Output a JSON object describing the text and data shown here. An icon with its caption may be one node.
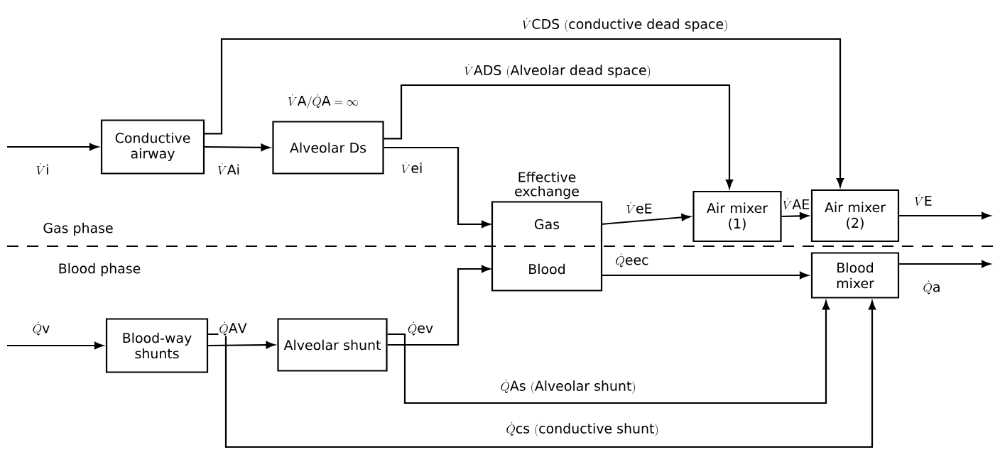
{
  "diagram": {
    "nodes": [
      {
        "text": [
          "Conductive airway"
        ]
      },
      {
        "text": [
          "Alveolar Ds"
        ]
      },
      {
        "text": [
          "Effective exchange"
        ]
      },
      {
        "text": [
          "Gas"
        ],
        "in": 2
      },
      {
        "text": [
          "Blood"
        ],
        "in": 2
      },
      {
        "text": [
          "Air mixer (1)"
        ]
      },
      {
        "text": [
          "Air mixer (2)"
        ]
      },
      {
        "text": [
          "Blood mixer"
        ]
      },
      {
        "text": [
          "Blood-way shunts"
        ]
      },
      {
        "text": [
          "Alveolar shunt"
        ]
      }
    ],
    "edges": [
      {
        "from": null,
        "to": 0,
        "arrow": "to",
        "label": "\\dot{V}\\mathrm{i}"
      },
      {
        "from": 0,
        "to": 1,
        "arrow": "to",
        "label": "\\dot{V}\\mathrm{Ai}"
      },
      {
        "from": 0,
        "to": 6,
        "arrow": "to",
        "label": "\\dot{V}\\mathrm{CDS}\\ \\mathrm{(conductive\\ dead\\ space)}"
      },
      {
        "from": 1,
        "to": 5,
        "arrow": "to",
        "label": "\\dot{V}\\mathrm{ADS}\\ \\mathrm{(Alveolar\\ dead\\ space)}"
      },
      {
        "from": 1,
        "to": 3,
        "arrow": "to",
        "label": "\\dot{V}\\mathrm{ei}"
      },
      {
        "from": 3,
        "to": 5,
        "arrow": "to",
        "label": "\\dot{V}\\mathrm{eE}"
      },
      {
        "from": 5,
        "to": 6,
        "arrow": "to",
        "label": "\\dot{V}\\mathrm{AE}"
      },
      {
        "from": 6,
        "to": null,
        "arrow": "to",
        "label": "\\dot{V}\\mathrm{E}"
      },
      {
        "from": null,
        "to": 8,
        "arrow": "to",
        "label": "\\dot{Q}\\mathrm{v}"
      },
      {
        "from": 8,
        "to": 9,
        "arrow": "to",
        "label": "\\dot{Q}\\mathrm{AV}"
      },
      {
        "from": 9,
        "to": 4,
        "arrow": "to",
        "label": "\\dot{Q}\\mathrm{ev}"
      },
      {
        "from": 4,
        "to": 7,
        "arrow": "to",
        "label": "\\dot{Q}\\mathrm{eec}"
      },
      {
        "from": 9,
        "to": 7,
        "arrow": "to",
        "label": "\\dot{Q}\\mathrm{As}\\ \\mathrm{(Alveolar\\ shunt)}"
      },
      {
        "from": 8,
        "to": 7,
        "arrow": "to",
        "label": "\\dot{Q}\\mathrm{cs}\\ \\mathrm{(conductive\\ shunt)}"
      },
      {
        "from": 7,
        "to": null,
        "arrow": "to",
        "label": "\\dot{Q}\\mathrm{a}"
      }
    ],
    "labels": [
      "\\dot{V}\\mathrm{A}/\\dot{Q}\\mathrm{A} = \\infty",
      "Gas phase",
      "Blood phase"
    ]
  }
}
